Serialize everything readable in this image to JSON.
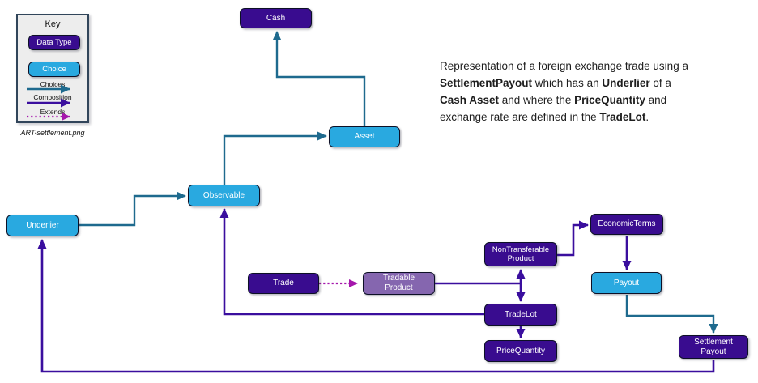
{
  "legend": {
    "title": "Key",
    "data_type_label": "Data Type",
    "choice_label": "Choice",
    "choices_label": "Choices",
    "composition_label": "Composition",
    "extends_label": "Extends"
  },
  "caption": "ART-settlement.png",
  "description": {
    "lines": [
      [
        {
          "t": "Representation of a foreign exchange trade using a",
          "b": false
        }
      ],
      [
        {
          "t": "SettlementPayout",
          "b": true
        },
        {
          "t": " which has an ",
          "b": false
        },
        {
          "t": "Underlier",
          "b": true
        },
        {
          "t": " of a",
          "b": false
        }
      ],
      [
        {
          "t": "Cash Asset",
          "b": true
        },
        {
          "t": " and where the ",
          "b": false
        },
        {
          "t": "PriceQuantity",
          "b": true
        },
        {
          "t": " and",
          "b": false
        }
      ],
      [
        {
          "t": "exchange rate are defined in the ",
          "b": false
        },
        {
          "t": "TradeLot",
          "b": true
        },
        {
          "t": ".",
          "b": false
        }
      ]
    ]
  },
  "nodes": {
    "cash": "Cash",
    "asset": "Asset",
    "observable": "Observable",
    "underlier": "Underlier",
    "trade": "Trade",
    "tradable_product": "Tradable\nProduct",
    "non_transferable_product": "NonTransferable\nProduct",
    "economic_terms": "EconomicTerms",
    "payout": "Payout",
    "trade_lot": "TradeLot",
    "price_quantity": "PriceQuantity",
    "settlement_payout": "Settlement\nPayout"
  },
  "edges": [
    {
      "from": "Asset",
      "to": "Cash",
      "type": "choices"
    },
    {
      "from": "Observable",
      "to": "Asset",
      "type": "choices"
    },
    {
      "from": "Underlier",
      "to": "Observable",
      "type": "choices"
    },
    {
      "from": "Payout",
      "to": "SettlementPayout",
      "type": "choices"
    },
    {
      "from": "Trade",
      "to": "TradableProduct",
      "type": "extends"
    },
    {
      "from": "TradableProduct",
      "to": "NonTransferableProduct",
      "type": "composition"
    },
    {
      "from": "TradableProduct",
      "to": "TradeLot",
      "type": "composition"
    },
    {
      "from": "NonTransferableProduct",
      "to": "EconomicTerms",
      "type": "composition"
    },
    {
      "from": "EconomicTerms",
      "to": "Payout",
      "type": "composition"
    },
    {
      "from": "TradeLot",
      "to": "PriceQuantity",
      "type": "composition"
    },
    {
      "from": "TradeLot",
      "to": "Observable",
      "type": "composition"
    },
    {
      "from": "SettlementPayout",
      "to": "Underlier",
      "type": "composition"
    }
  ],
  "colors": {
    "data_type_fill": "#390C8F",
    "choice_fill": "#29A9E0",
    "tradable_product_fill": "#8566AF",
    "node_border": "#0D1026",
    "choices_arrow": "#1E6A8E",
    "composition_arrow": "#3A0E9E",
    "extends_arrow": "#A517AC",
    "legend_bg": "#EDEDED",
    "legend_border": "#31455A",
    "text": "#1E1E1E"
  }
}
